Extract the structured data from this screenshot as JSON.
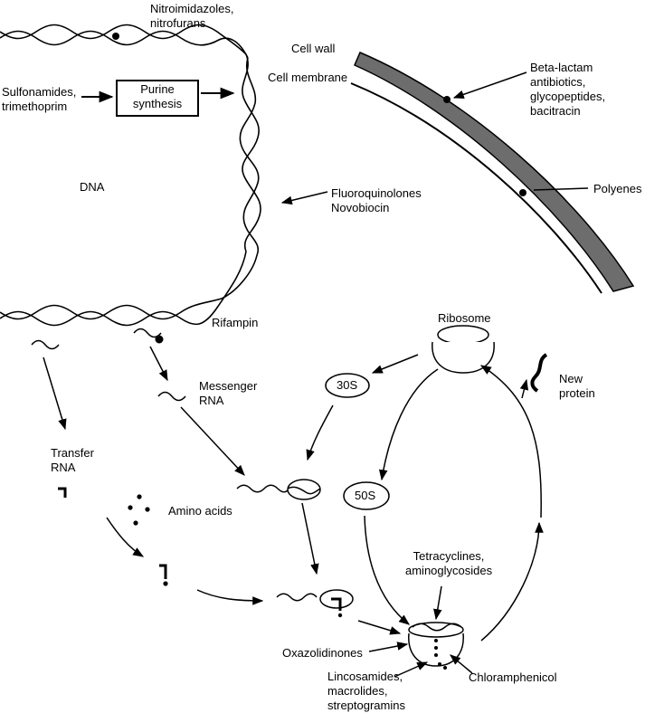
{
  "labels": {
    "nitroimidazoles": "Nitroimidazoles,\nnitrofurans",
    "sulfonamides": "Sulfonamides,\ntrimethoprim",
    "purine": "Purine\nsynthesis",
    "dna": "DNA",
    "fluoroquinolones": "Fluoroquinolones\nNovobiocin",
    "cell_wall": "Cell wall",
    "cell_membrane": "Cell membrane",
    "beta_lactam": "Beta-lactam\nantibiotics,\nglycopeptides,\nbacitracin",
    "polyenes": "Polyenes",
    "rifampin": "Rifampin",
    "messenger_rna": "Messenger\nRNA",
    "transfer_rna": "Transfer\nRNA",
    "amino_acids": "Amino acids",
    "ribosome": "Ribosome",
    "new_protein": "New\nprotein",
    "s30": "30S",
    "s50": "50S",
    "tetracyclines": "Tetracyclines,\naminoglycosides",
    "oxazolidinones": "Oxazolidinones",
    "lincosamides": "Lincosamides,\nmacrolides,\nstreptogramins",
    "chloramphenicol": "Chloramphenicol"
  }
}
